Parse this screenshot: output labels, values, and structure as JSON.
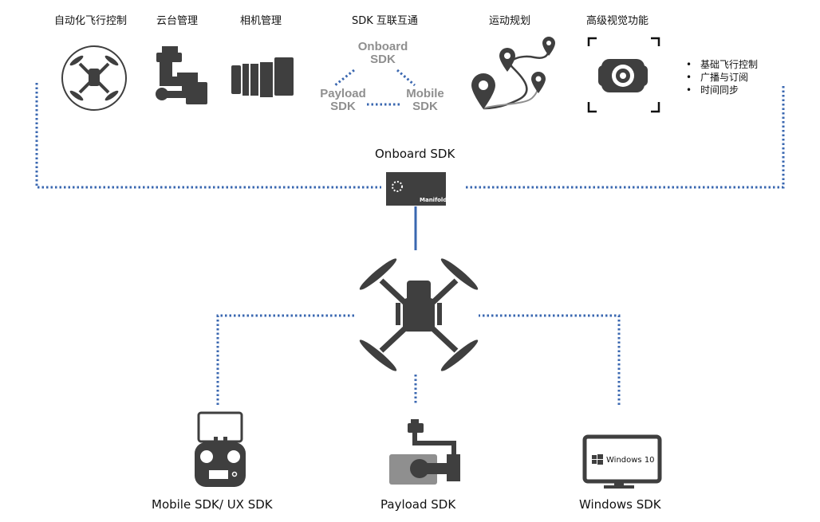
{
  "top_features": {
    "auto_flight": "自动化飞行控制",
    "gimbal": "云台管理",
    "camera": "相机管理",
    "sdk_interop": "SDK 互联互通",
    "motion_planning": "运动规划",
    "advanced_vision": "高级视觉功能"
  },
  "interop_sdks": {
    "onboard": "Onboard\nSDK",
    "payload": "Payload\nSDK",
    "mobile": "Mobile\nSDK"
  },
  "bullet_list": [
    "基础飞行控制",
    "广播与订阅",
    "时间同步"
  ],
  "bullet_char": "•",
  "center": {
    "onboard_label": "Onboard SDK",
    "manifold_text": "Manifold"
  },
  "bottom": {
    "mobile_label": "Mobile SDK/ UX SDK",
    "payload_label": "Payload SDK",
    "windows_label": "Windows SDK",
    "windows_screen_text": "Windows 10"
  },
  "colors": {
    "icon_dark": "#3f3f3f",
    "icon_gray": "#8f8f8f",
    "connector_blue": "#3a67b0"
  }
}
